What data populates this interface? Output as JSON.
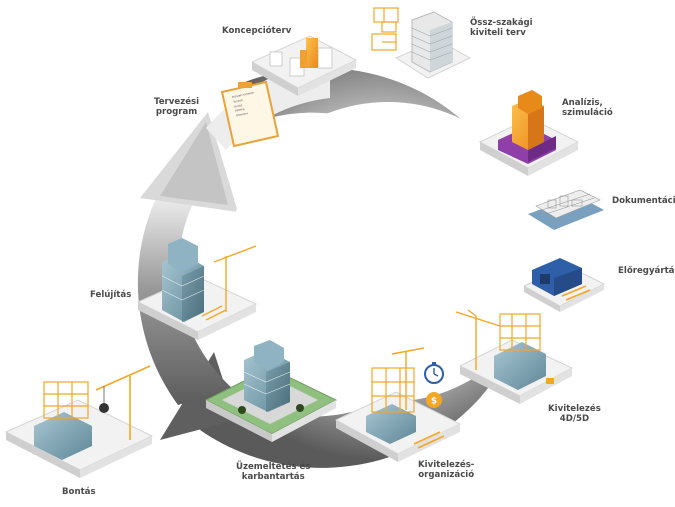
{
  "stages": [
    {
      "id": "koncepcioterv",
      "lines": [
        "Koncepcióterv"
      ]
    },
    {
      "id": "ossz-szakagi",
      "lines": [
        "Össz-szakági",
        "kiviteli terv"
      ]
    },
    {
      "id": "analizis",
      "lines": [
        "Analízis,",
        "szimuláció"
      ]
    },
    {
      "id": "dokumentacio",
      "lines": [
        "Dokumentáció"
      ]
    },
    {
      "id": "eloregyartas",
      "lines": [
        "Előregyártás"
      ]
    },
    {
      "id": "kivitelezes",
      "lines": [
        "Kivitelezés",
        "4D/5D"
      ]
    },
    {
      "id": "kivitelezes-organizacio",
      "lines": [
        "Kivitelezés-",
        "organizáció"
      ]
    },
    {
      "id": "uzemeltetes",
      "lines": [
        "Üzemeltetés és",
        "karbantartás"
      ]
    },
    {
      "id": "bontas",
      "lines": [
        "Bontás"
      ]
    },
    {
      "id": "felujitas",
      "lines": [
        "Felújítás"
      ]
    },
    {
      "id": "tervezesi-program",
      "lines": [
        "Tervezési",
        "program"
      ]
    }
  ],
  "checklist": [
    "Műszaki tartalom",
    "Területi",
    "Bruttó",
    "Költség",
    "Ütemterv"
  ],
  "colors": {
    "ring": "#5f5f5f",
    "ring_light": "#ececec",
    "accent_orange": "#f5a623",
    "glass_blue": "#7fa9bd",
    "purple": "#8e3fa8",
    "green": "#7ab870",
    "blue": "#2f5fa8"
  }
}
